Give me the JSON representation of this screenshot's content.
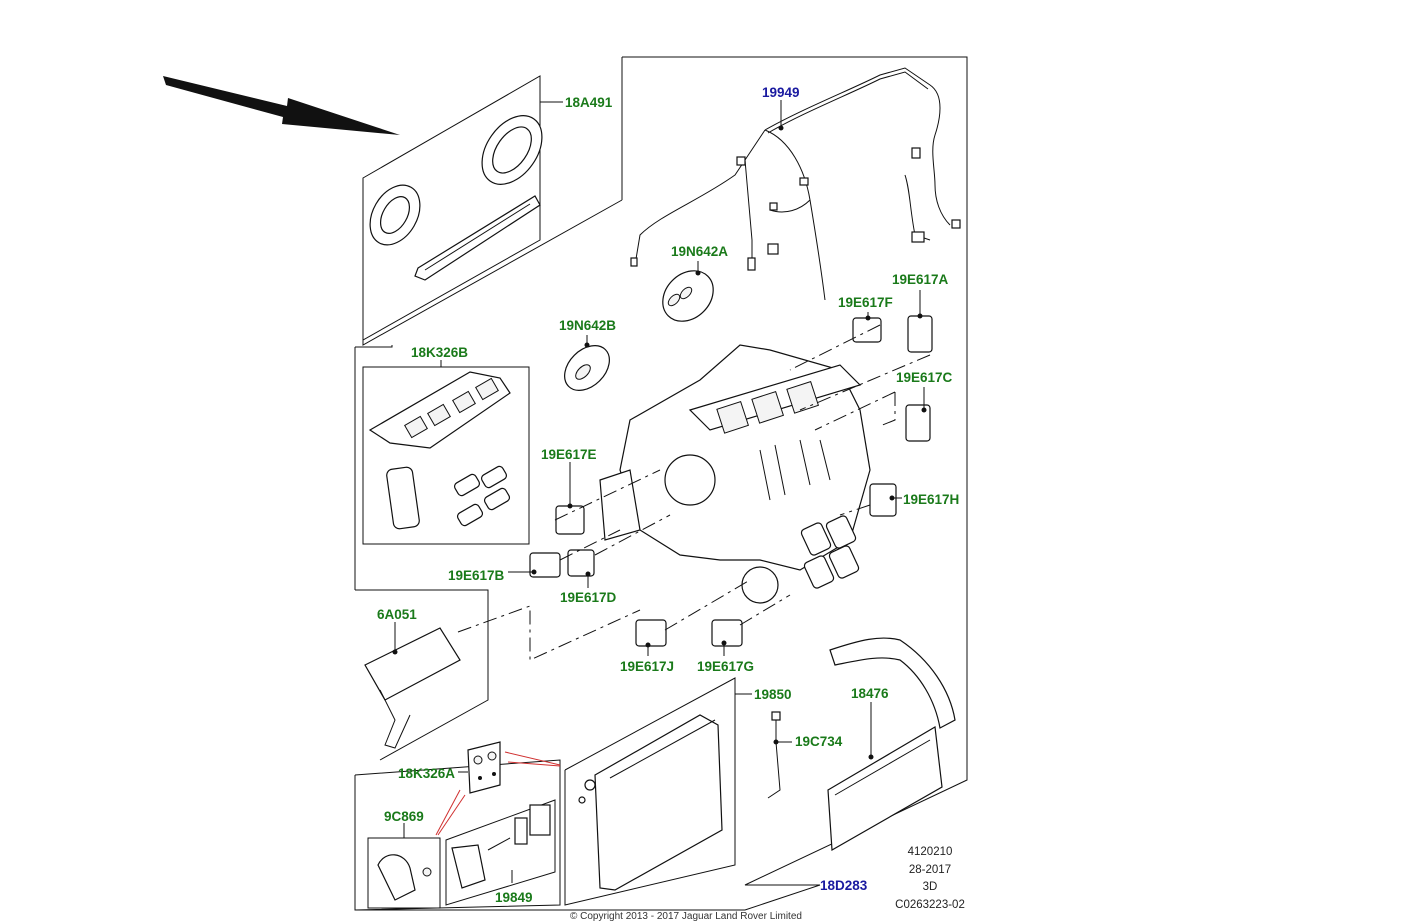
{
  "diagram": {
    "title_block": {
      "line1": "4120210",
      "line2": "28-2017",
      "line3": "3D",
      "line4": "C0263223-02"
    },
    "copyright": "© Copyright 2013 - 2017 Jaguar Land Rover Limited",
    "colors": {
      "part_label": "#1a7a1a",
      "assembly_label": "#1a1aa0",
      "leader_red": "#d03030"
    },
    "parts": {
      "p18A491": "18A491",
      "p19949": "19949",
      "p19N642A": "19N642A",
      "p19N642B": "19N642B",
      "p18K326B": "18K326B",
      "p19E617F": "19E617F",
      "p19E617A": "19E617A",
      "p19E617C": "19E617C",
      "p19E617E": "19E617E",
      "p19E617H": "19E617H",
      "p19E617B": "19E617B",
      "p19E617D": "19E617D",
      "p6A051": "6A051",
      "p19E617J": "19E617J",
      "p19E617G": "19E617G",
      "p19850": "19850",
      "p18476": "18476",
      "p19C734": "19C734",
      "p18K326A": "18K326A",
      "p9C869": "9C869",
      "p19849": "19849",
      "p18D283": "18D283"
    },
    "icons": {
      "pointer": "arrow-pointer-icon"
    }
  }
}
